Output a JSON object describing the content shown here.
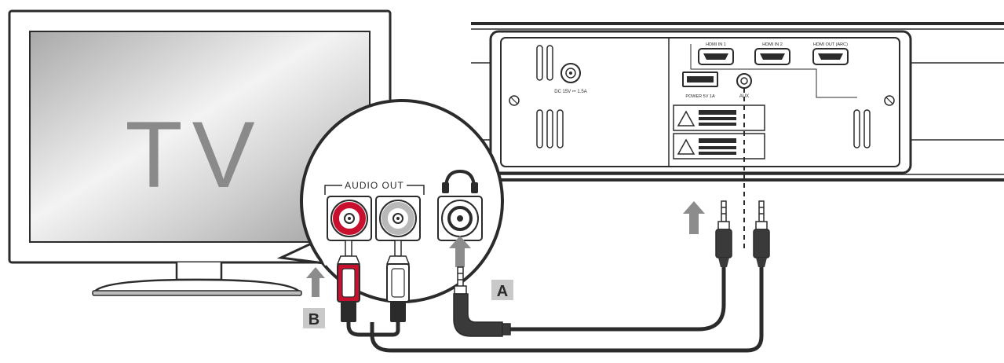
{
  "tv": {
    "label": "TV"
  },
  "tv_panel": {
    "audio_out_label": "AUDIO OUT",
    "headphone_icon": "headphones-icon"
  },
  "soundbar_panel": {
    "dc_label": "DC 15V ⎓ 1.5A",
    "usb_label": "POWER 5V 1A",
    "aux_label": "AUX",
    "hdmi_1_label": "HDMI IN 1",
    "hdmi_2_label": "HDMI IN 2",
    "hdmi_out_label": "HDMI OUT (ARC)"
  },
  "connection_labels": {
    "a": "A",
    "b": "B"
  },
  "colors": {
    "line": "#2b2b2b",
    "rca_red": "#c8102e",
    "arrow_grey": "#8c8c8c",
    "label_box": "#c9c9c9"
  }
}
